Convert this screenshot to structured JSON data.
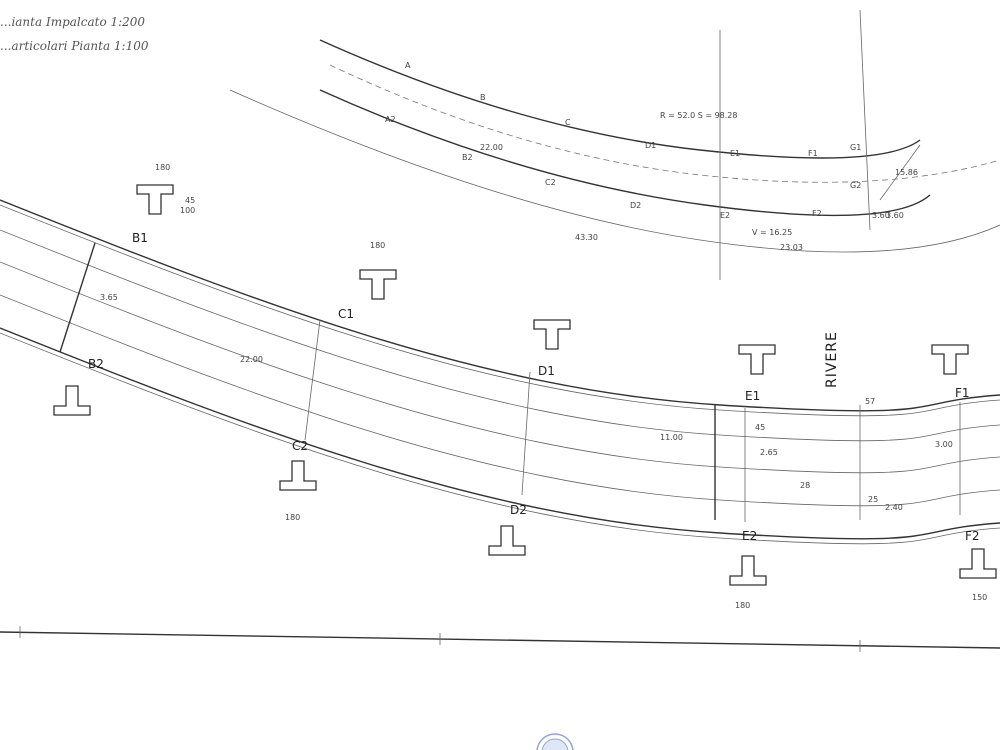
{
  "header": {
    "line1": "...ianta Impalcato 1:200",
    "line2": "...articolari Pianta 1:100"
  },
  "top_plan": {
    "labels": [
      "A",
      "B",
      "C",
      "D1",
      "E1",
      "F1",
      "G1",
      "A2",
      "B2",
      "C2",
      "D2",
      "E2",
      "F2",
      "G2"
    ],
    "notes": [
      "R = 52.0  S = 98.28",
      "V = 16.25",
      "22.00",
      "23.03",
      "43.30",
      "3.60",
      "3.60",
      "15.86"
    ]
  },
  "main_plan": {
    "river_label": "RIVERE",
    "node_labels": [
      "B1",
      "C1",
      "D1",
      "E1",
      "F1",
      "B2",
      "C2",
      "D2",
      "E2",
      "F2"
    ],
    "dimensions": [
      "180",
      "45",
      "100",
      "3.65",
      "2.65",
      "22.00",
      "11.00",
      "2.40",
      "3.00",
      "28",
      "25",
      "57",
      "45",
      "180",
      "180",
      "180",
      "150"
    ]
  },
  "colors": {
    "ink": "#333333",
    "paper": "#ffffff",
    "stamp": "#8fa6d8"
  }
}
